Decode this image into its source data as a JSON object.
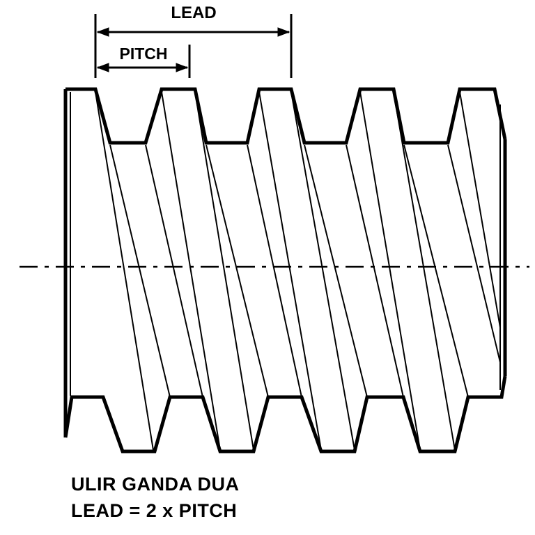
{
  "diagram": {
    "lead_label": "LEAD",
    "pitch_label": "PITCH",
    "caption": {
      "line1": "ULIR GANDA DUA",
      "line2": "LEAD = 2 x PITCH"
    }
  },
  "colors": {
    "line": "#000000",
    "background": "#ffffff"
  }
}
